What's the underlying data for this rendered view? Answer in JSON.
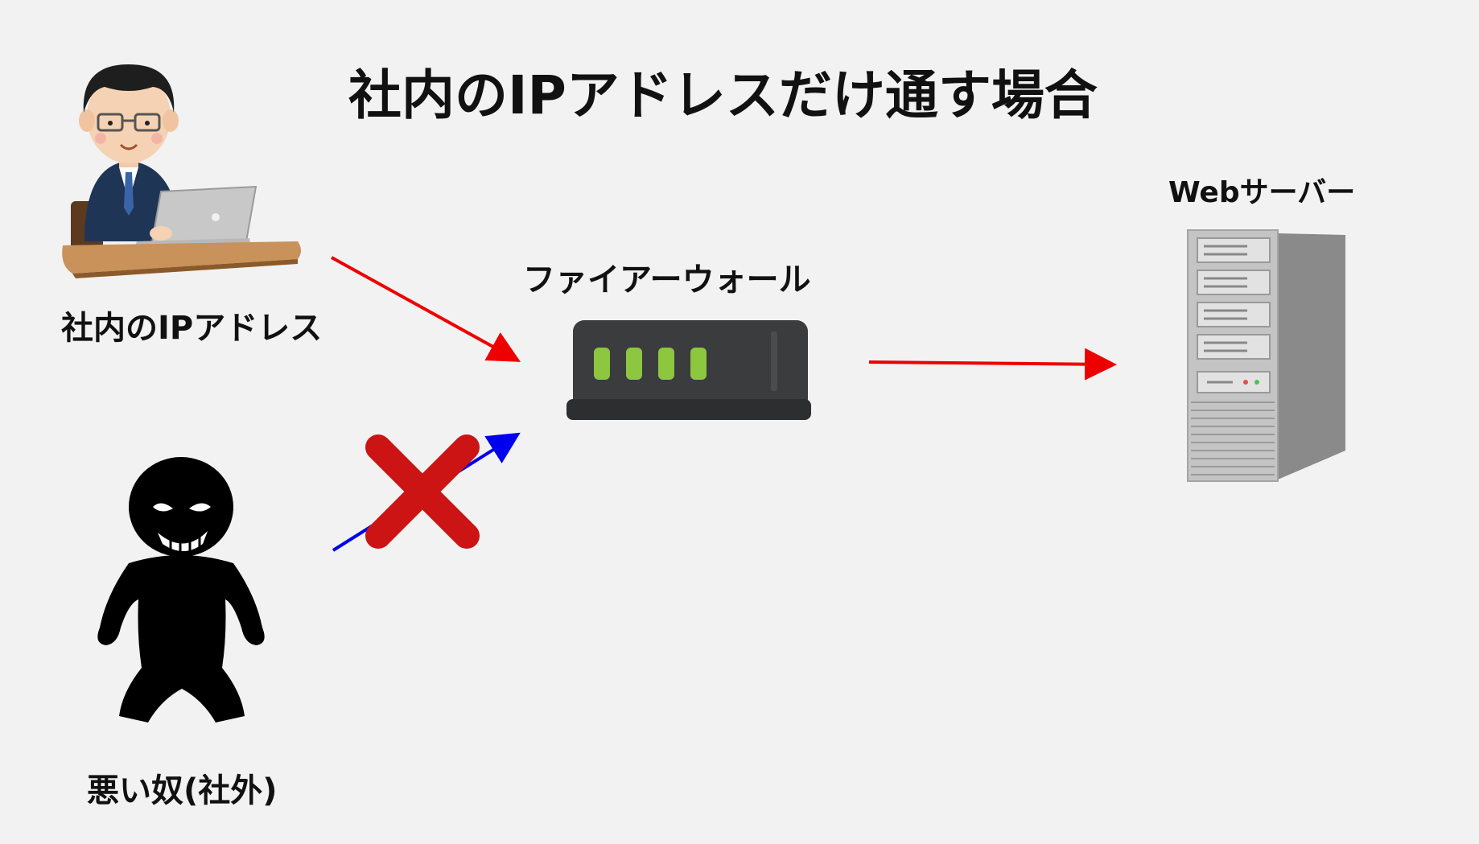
{
  "title": "社内のIPアドレスだけ通す場合",
  "labels": {
    "office_ip": "社内のIPアドレス",
    "firewall": "ファイアーウォール",
    "web_server": "Webサーバー",
    "bad_actor": "悪い奴(社外)"
  },
  "colors": {
    "background": "#f2f2f2",
    "allowed_arrow": "#ee0000",
    "blocked_arrow": "#0000ee",
    "block_mark": "#cc1414"
  }
}
